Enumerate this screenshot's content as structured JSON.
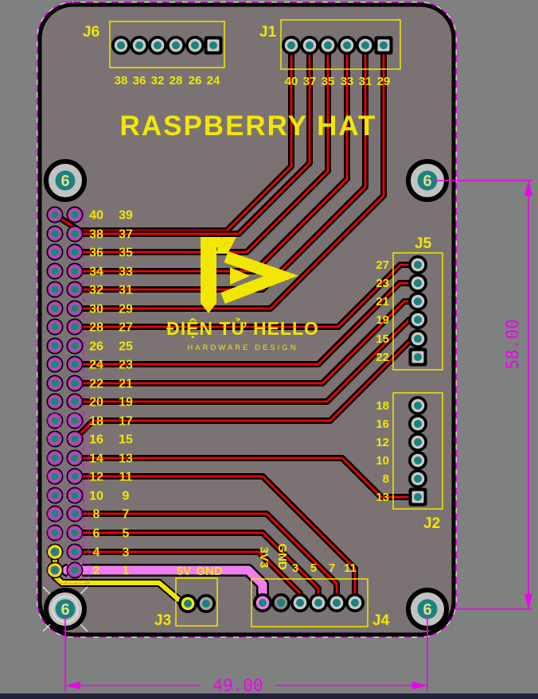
{
  "board": {
    "title": "RASPBERRY HAT"
  },
  "logo": {
    "line1": "ĐIỆN TỬ HELLO",
    "line2": "HARDWARE DESIGN"
  },
  "mounting_holes": {
    "designator": "6"
  },
  "connectors": {
    "J6": {
      "name": "J6",
      "pins": [
        "38",
        "36",
        "32",
        "28",
        "26",
        "24"
      ]
    },
    "J1": {
      "name": "J1",
      "pins": [
        "40",
        "37",
        "35",
        "33",
        "31",
        "29"
      ]
    },
    "J5": {
      "name": "J5",
      "pins": [
        "27",
        "23",
        "21",
        "19",
        "15",
        "22"
      ]
    },
    "J2": {
      "name": "J2",
      "pins": [
        "18",
        "16",
        "12",
        "10",
        "8",
        "13"
      ]
    },
    "J4": {
      "name": "J4",
      "pins": [
        "3V3",
        "GND",
        "3",
        "5",
        "7",
        "11"
      ]
    },
    "J3": {
      "name": "J3",
      "pins": [
        "5V",
        "GND"
      ]
    }
  },
  "header": {
    "left_pins": [
      "40",
      "38",
      "36",
      "34",
      "32",
      "30",
      "28",
      "26",
      "24",
      "22",
      "20",
      "18",
      "16",
      "14",
      "12",
      "10",
      "8",
      "6",
      "4",
      "2"
    ],
    "right_pins": [
      "39",
      "37",
      "35",
      "33",
      "31",
      "29",
      "27",
      "25",
      "23",
      "21",
      "19",
      "17",
      "15",
      "13",
      "11",
      "9",
      "7",
      "5",
      "3",
      "1"
    ]
  },
  "dimensions": {
    "width_label": "49.00",
    "height_label": "58.00"
  },
  "colors": {
    "bg": "#7f8080",
    "board_fill": "#7b7373",
    "silk_yellow": "#f2e700",
    "trace_red": "#f40000",
    "trace_casing": "#000000",
    "copper_teal": "#1b837f",
    "pad_annulus": "#c9c9c9",
    "pad_annulus_dark": "#928a8a",
    "header_ring_magenta": "#c238c2",
    "power_pink": "#f07ef0",
    "dim_magenta": "#f000f0",
    "hole_gray": "#c2c2c2",
    "hole_text": "#ecdc8c",
    "bottom_bar": "#232338"
  }
}
